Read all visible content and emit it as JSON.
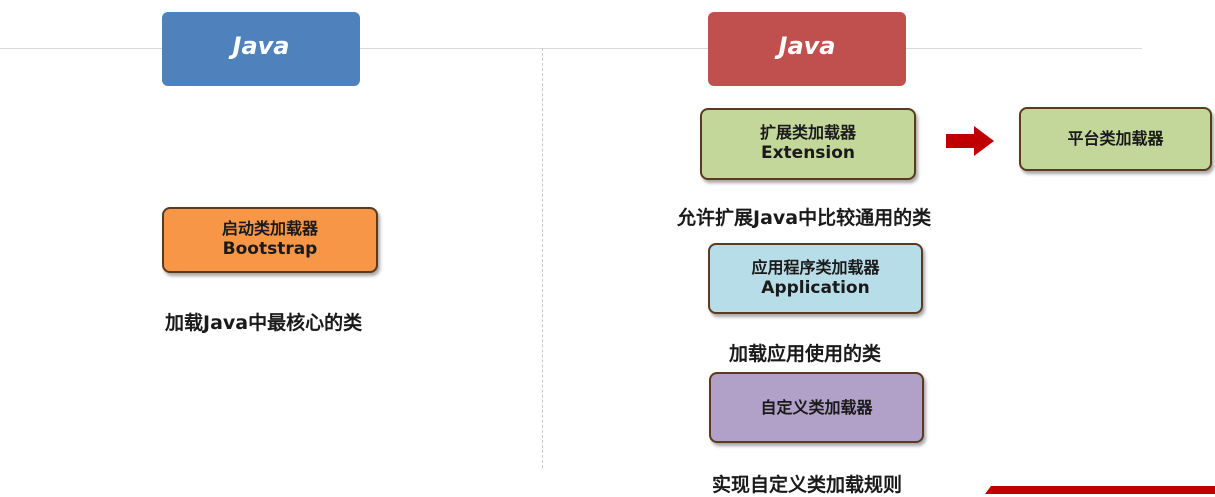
{
  "headers": {
    "left": "Java",
    "right": "Java"
  },
  "left": {
    "bootstrap": {
      "name": "启动类加载器",
      "english": "Bootstrap"
    },
    "bootstrap_desc": "加载Java中最核心的类"
  },
  "right": {
    "extension": {
      "name": "扩展类加载器",
      "english": "Extension"
    },
    "platform": {
      "name": "平台类加载器"
    },
    "extension_desc": "允许扩展Java中比较通用的类",
    "application": {
      "name": "应用程序类加载器",
      "english": "Application"
    },
    "application_desc": "加载应用使用的类",
    "custom": {
      "name": "自定义类加载器"
    },
    "custom_desc": "实现自定义类加载规则"
  },
  "colors": {
    "header_left": "#4f81bd",
    "header_right": "#c0504d",
    "bootstrap": "#f79646",
    "extension": "#c4d79b",
    "application": "#b7dde8",
    "custom": "#b1a0c7",
    "arrow": "#c00000"
  },
  "icons": {
    "transition_arrow": "right-arrow-icon"
  }
}
